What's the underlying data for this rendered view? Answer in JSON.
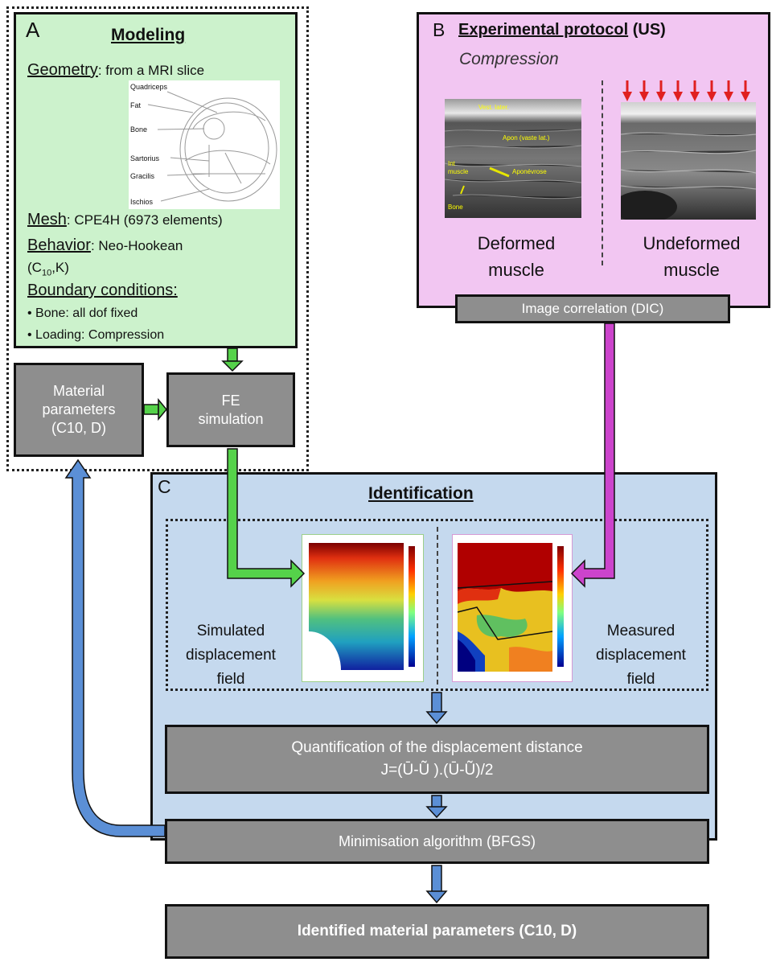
{
  "panel_a": {
    "letter": "A",
    "title": "Modeling",
    "geometry_label": "Geometry",
    "geometry_value": ": from a MRI slice",
    "slice_labels": [
      "Quadriceps",
      "Fat",
      "Bone",
      "Sartorius",
      "Gracilis",
      "Ischios"
    ],
    "mesh_label": "Mesh",
    "mesh_value": ": CPE4H (6973 elements)",
    "behavior_label": "Behavior",
    "behavior_value": ": Neo-Hookean",
    "behavior_params_pre": "(C",
    "behavior_params_sub": "10",
    "behavior_params_post": ",K)",
    "boundary_label": "Boundary conditions:",
    "bullets": [
      "• Bone: all dof fixed",
      "• Loading: Compression"
    ],
    "material_box": [
      "Material",
      "parameters",
      "(C10, D)"
    ],
    "fe_box": [
      "FE",
      "simulation"
    ]
  },
  "panel_b": {
    "letter": "B",
    "title": "Experimental protocol",
    "title_suffix": "(US)",
    "subtitle": "Compression",
    "image_labels": [
      "Deformed",
      "muscle",
      "Undeformed",
      "muscle"
    ],
    "us_annotations": [
      "Vest. Iater.",
      "Apon (vaste lat.)",
      "Int",
      "muscle",
      "Aponévrose",
      "Bone"
    ],
    "dic_box": "Image correlation (DIC)"
  },
  "panel_c": {
    "letter": "C",
    "title": "Identification",
    "simulated_label": [
      "Simulated",
      "displacement",
      "field"
    ],
    "measured_label": [
      "Measured",
      "displacement",
      "field"
    ],
    "quant_box_line1": "Quantification of the displacement distance",
    "quant_box_line2": "J=(Ū-Ũ ).(Ū-Ũ)/2",
    "min_box": "Minimisation algorithm (BFGS)"
  },
  "result_box": "Identified material parameters (C10, D)",
  "colors": {
    "panel_a_bg": "#ccf2cc",
    "panel_b_bg": "#f2c6f2",
    "panel_c_bg": "#c5d9ee",
    "box_gray": "#8e8e8e",
    "arrow_green": "#55d24a",
    "arrow_magenta": "#cc44cc",
    "arrow_blue": "#5b8fd6",
    "red_arrows": "#e02020"
  }
}
